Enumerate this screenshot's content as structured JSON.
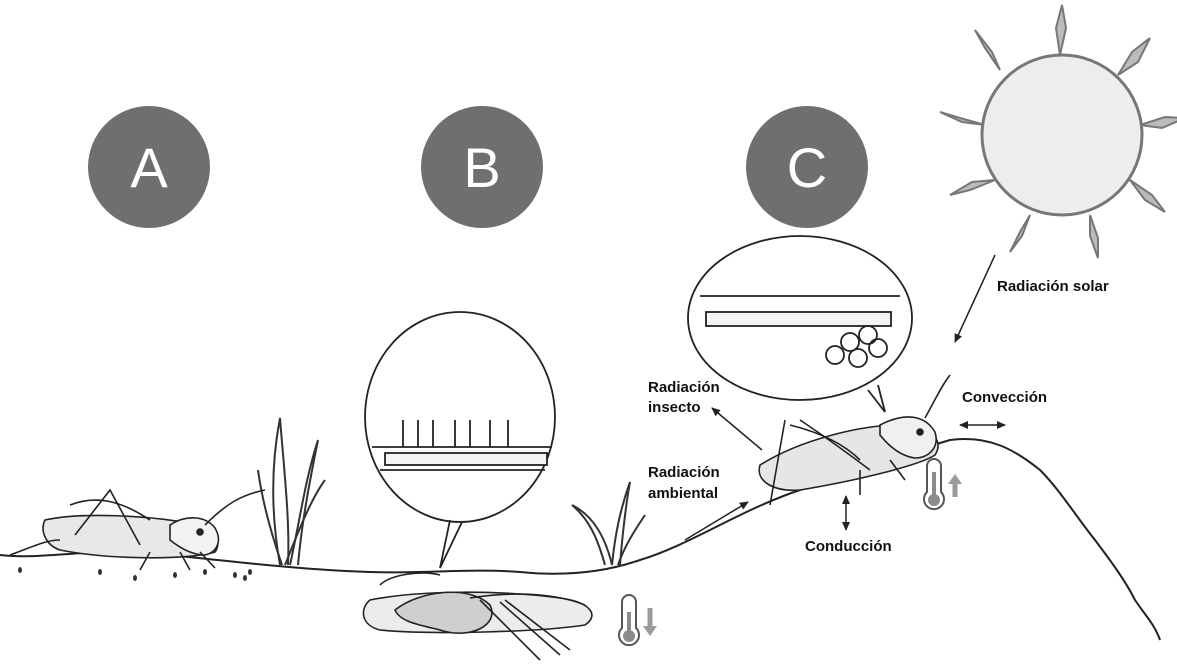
{
  "panels": [
    {
      "letter": "A"
    },
    {
      "letter": "B"
    },
    {
      "letter": "C"
    }
  ],
  "labels": {
    "solar_radiation": "Radiación solar",
    "insect_radiation_line1": "Radiación",
    "insect_radiation_line2": "insecto",
    "ambient_radiation_line1": "Radiación",
    "ambient_radiation_line2": "ambiental",
    "convection": "Convección",
    "conduction": "Conducción"
  },
  "icons": {
    "sun": "sun-icon",
    "thermometer_cold": "thermometer-down-icon",
    "thermometer_hot": "thermometer-up-icon"
  },
  "colors": {
    "badge": "#6f6f6f",
    "badge_text": "#ffffff",
    "sun_fill": "#ededed",
    "line": "#222222",
    "thermo_fill": "#8a8a8a",
    "arrow_gray": "#9a9a9a"
  }
}
